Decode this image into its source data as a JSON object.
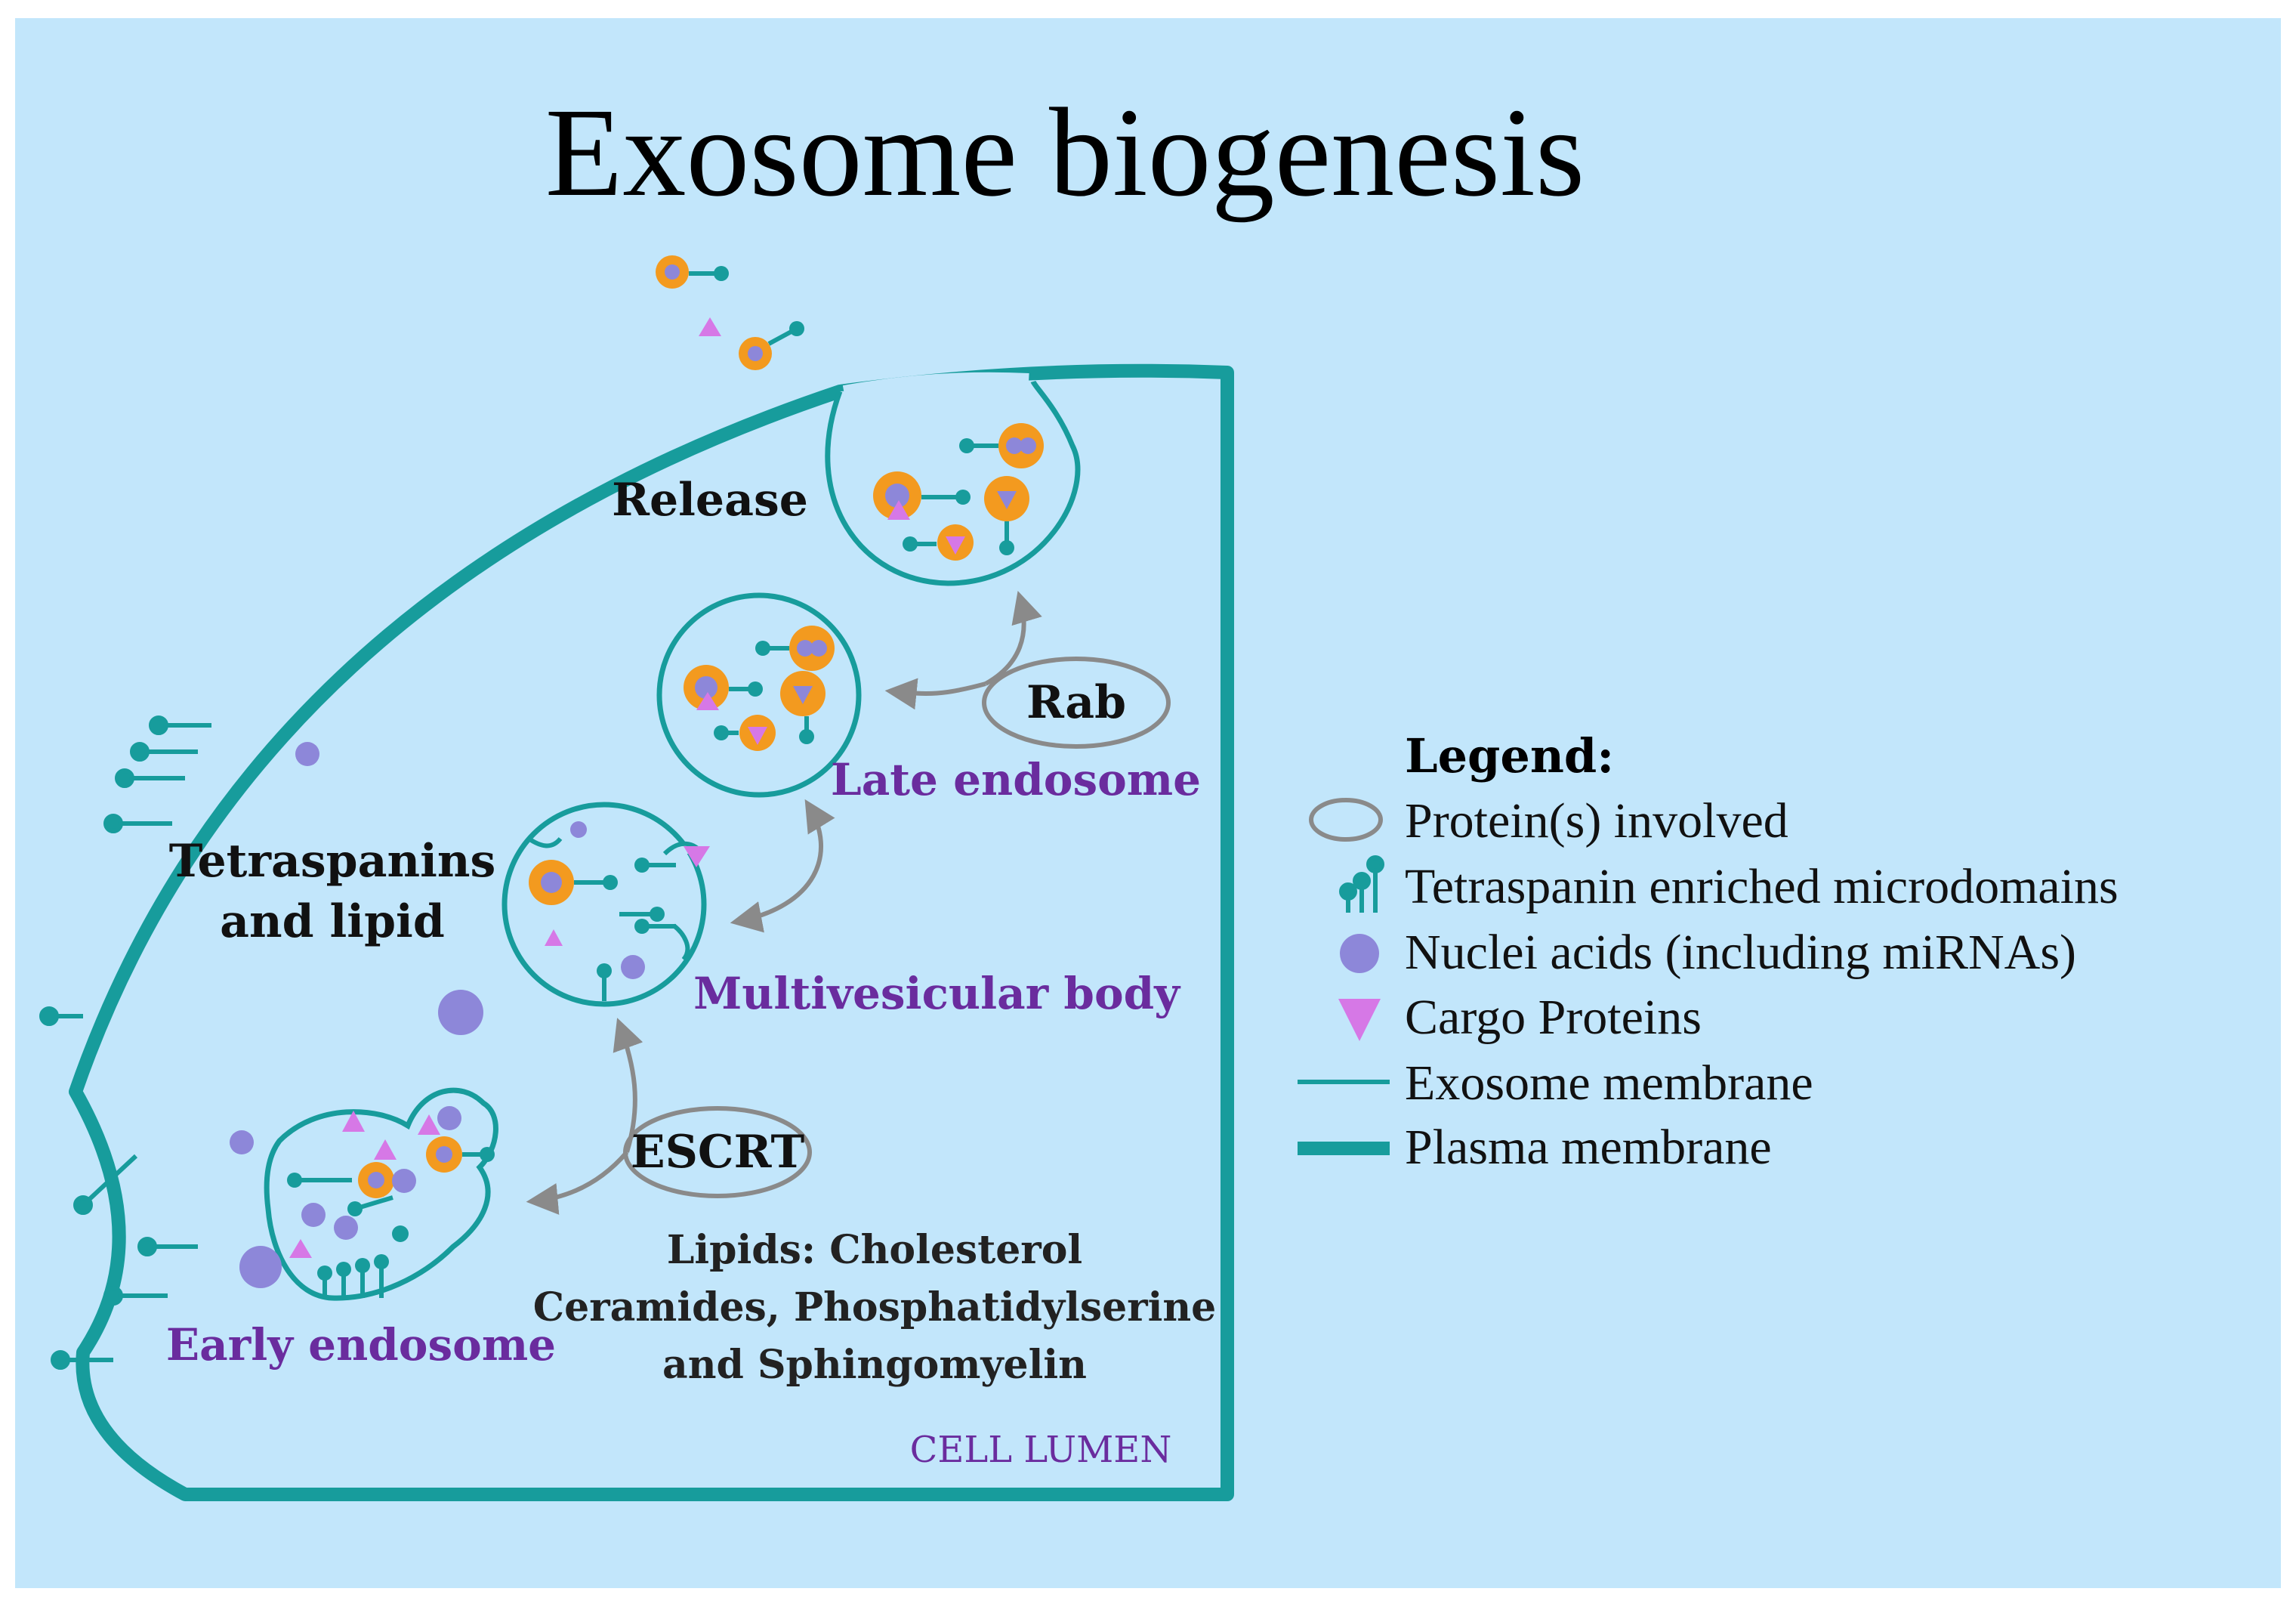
{
  "title": "Exosome biogenesis",
  "colors": {
    "background": "#c2e6fb",
    "membrane": "#179c9c",
    "exosome_orange": "#f39a1f",
    "nucleic_acid": "#8d87d9",
    "cargo_protein": "#d678e6",
    "arrow": "#8a8a8a",
    "purple_text": "#6a2c9e"
  },
  "labels": {
    "release": "Release",
    "rab": "Rab",
    "late_endosome": "Late endosome",
    "tetraspanins_line1": "Tetraspanins",
    "tetraspanins_line2": "and lipid",
    "multivesicular_body": "Multivesicular body",
    "escrt": "ESCRT",
    "lipids_line1": "Lipids: Cholesterol",
    "lipids_line2": "Ceramides, Phosphatidylserine",
    "lipids_line3": "and Sphingomyelin",
    "early_endosome": "Early endosome",
    "cell_lumen": "CELL LUMEN"
  },
  "legend": {
    "title": "Legend:",
    "items": [
      {
        "icon": "ellipse-outline-icon",
        "label": "Protein(s) involved"
      },
      {
        "icon": "tetraspanin-icon",
        "label": "Tetraspanin enriched microdomains"
      },
      {
        "icon": "circle-icon",
        "label": "Nuclei acids (including miRNAs)"
      },
      {
        "icon": "triangle-icon",
        "label": "Cargo Proteins"
      },
      {
        "icon": "thin-line-icon",
        "label": "Exosome membrane"
      },
      {
        "icon": "thick-line-icon",
        "label": "Plasma membrane"
      }
    ]
  }
}
